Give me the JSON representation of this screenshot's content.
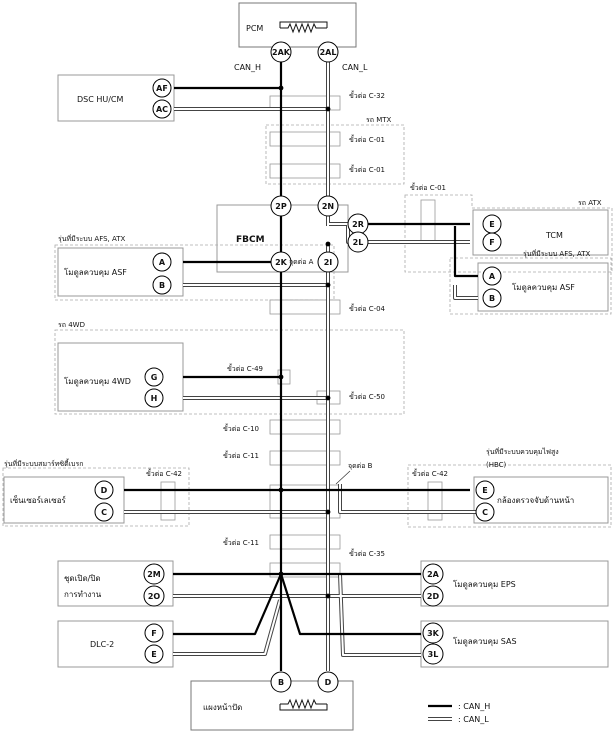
{
  "legend": {
    "can_h": ": CAN_H",
    "can_l": ": CAN_L"
  },
  "modules": {
    "pcm": {
      "label": "PCM",
      "pins": [
        "2AK",
        "2AL"
      ],
      "bus_h": "CAN_H",
      "bus_l": "CAN_L"
    },
    "dsc": {
      "label": "DSC HU/CM",
      "pins": [
        "AF",
        "AC"
      ]
    },
    "fbcm": {
      "label": "FBCM",
      "pins": [
        "2P",
        "2N",
        "2K",
        "2I",
        "2R",
        "2L"
      ]
    },
    "tcm": {
      "label": "TCM",
      "pins": [
        "E",
        "F"
      ]
    },
    "asf_left": {
      "label": "โมดูลควบคุม ASF",
      "pins": [
        "A",
        "B"
      ]
    },
    "asf_right": {
      "label": "โมดูลควบคุม ASF",
      "pins": [
        "A",
        "B"
      ]
    },
    "fwd": {
      "label": "โมดูลควบคุม 4WD",
      "pins": [
        "G",
        "H"
      ]
    },
    "brake_sensor": {
      "label": "เซ็นเซอร์เลเซอร์",
      "pins": [
        "D",
        "C"
      ]
    },
    "camera": {
      "label": "กล้องตรวจจับด้านหน้า",
      "pins": [
        "E",
        "C"
      ]
    },
    "switch": {
      "label_line1": "ชุดเปิด/ปิด",
      "label_line2": "การทำงาน",
      "pins": [
        "2M",
        "2O"
      ]
    },
    "eps": {
      "label": "โมดูลควบคุม EPS",
      "pins": [
        "2A",
        "2D"
      ]
    },
    "dlc": {
      "label": "DLC-2",
      "pins": [
        "F",
        "E"
      ]
    },
    "sas": {
      "label": "โมดูลควบคุม SAS",
      "pins": [
        "3K",
        "3L"
      ]
    },
    "cluster": {
      "label": "แผงหน้าปัด",
      "pins": [
        "B",
        "D"
      ]
    }
  },
  "groups": {
    "mtx": "รถ MTX",
    "atx": "รถ ATX",
    "afs_atx_left": "รุ่นที่มีระบบ AFS, ATX",
    "afs_atx_right": "รุ่นที่มีระบบ AFS, ATX",
    "fwd": "รถ 4WD",
    "smart_brake": "รุ่นที่มีระบบสมาร์ทซิตี้เบรก",
    "hbc_line1": "รุ่นที่มีระบบควบคุมไฟสูง",
    "hbc_line2": "(HBC)"
  },
  "connectors": {
    "c32": "ขั้วต่อ C-32",
    "c01a": "ขั้วต่อ C-01",
    "c01b": "ขั้วต่อ C-01",
    "c01c": "ขั้วต่อ C-01",
    "c04": "ขั้วต่อ C-04",
    "c49": "ขั้วต่อ C-49",
    "c50": "ขั้วต่อ C-50",
    "c10": "ขั้วต่อ C-10",
    "c11a": "ขั้วต่อ C-11",
    "c42a": "ขั้วต่อ C-42",
    "c42b": "ขั้วต่อ C-42",
    "c11b": "ขั้วต่อ C-11",
    "c35": "ขั้วต่อ C-35"
  },
  "junctions": {
    "a": "จุดต่อ A",
    "b": "จุดต่อ B"
  }
}
